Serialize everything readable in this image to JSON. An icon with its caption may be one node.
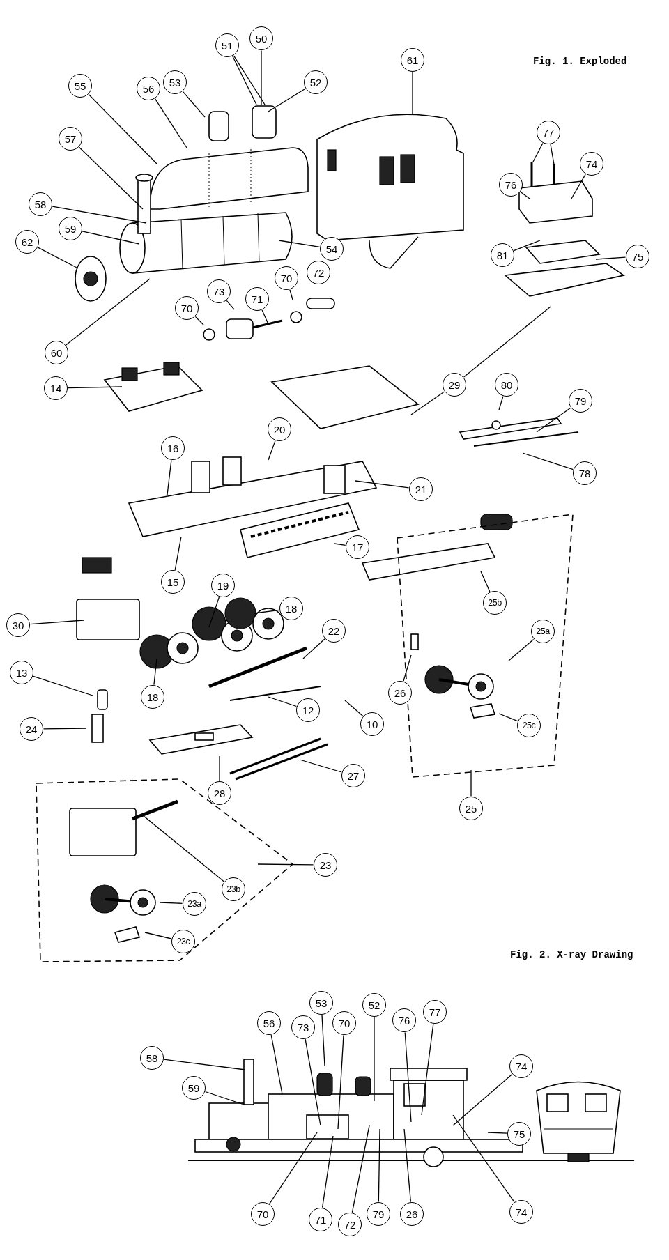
{
  "diagram": {
    "nodes": [
      {
        "text": [
          "50"
        ]
      },
      {
        "text": [
          "51"
        ]
      },
      {
        "text": [
          "61"
        ]
      },
      {
        "text": [
          "55"
        ]
      },
      {
        "text": [
          "56"
        ]
      },
      {
        "text": [
          "53"
        ]
      },
      {
        "text": [
          "52"
        ]
      },
      {
        "text": [
          "57"
        ]
      },
      {
        "text": [
          "77"
        ]
      },
      {
        "text": [
          "74"
        ]
      },
      {
        "text": [
          "76"
        ]
      },
      {
        "text": [
          "58"
        ]
      },
      {
        "text": [
          "59"
        ]
      },
      {
        "text": [
          "62"
        ]
      },
      {
        "text": [
          "54"
        ]
      },
      {
        "text": [
          "81"
        ]
      },
      {
        "text": [
          "75"
        ]
      },
      {
        "text": [
          "70"
        ]
      },
      {
        "text": [
          "72"
        ]
      },
      {
        "text": [
          "73"
        ]
      },
      {
        "text": [
          "71"
        ]
      },
      {
        "text": [
          "70"
        ]
      },
      {
        "text": [
          "60"
        ]
      },
      {
        "text": [
          "14"
        ]
      },
      {
        "text": [
          "29"
        ]
      },
      {
        "text": [
          "80"
        ]
      },
      {
        "text": [
          "79"
        ]
      },
      {
        "text": [
          "78"
        ]
      },
      {
        "text": [
          "20"
        ]
      },
      {
        "text": [
          "16"
        ]
      },
      {
        "text": [
          "21"
        ]
      },
      {
        "text": [
          "17"
        ]
      },
      {
        "text": [
          "15"
        ]
      },
      {
        "text": [
          "25b"
        ]
      },
      {
        "text": [
          "19"
        ]
      },
      {
        "text": [
          "18"
        ]
      },
      {
        "text": [
          "30"
        ]
      },
      {
        "text": [
          "22"
        ]
      },
      {
        "text": [
          "25a"
        ]
      },
      {
        "text": [
          "13"
        ]
      },
      {
        "text": [
          "18"
        ]
      },
      {
        "text": [
          "26"
        ]
      },
      {
        "text": [
          "12"
        ]
      },
      {
        "text": [
          "10"
        ]
      },
      {
        "text": [
          "25c"
        ]
      },
      {
        "text": [
          "24"
        ]
      },
      {
        "text": [
          "27"
        ]
      },
      {
        "text": [
          "28"
        ]
      },
      {
        "text": [
          "25"
        ]
      },
      {
        "text": [
          "23"
        ]
      },
      {
        "text": [
          "23b"
        ]
      },
      {
        "text": [
          "23a"
        ]
      },
      {
        "text": [
          "23c"
        ]
      },
      {
        "text": [
          "58"
        ]
      },
      {
        "text": [
          "59"
        ]
      },
      {
        "text": [
          "56"
        ]
      },
      {
        "text": [
          "73"
        ]
      },
      {
        "text": [
          "53"
        ]
      },
      {
        "text": [
          "70"
        ]
      },
      {
        "text": [
          "52"
        ]
      },
      {
        "text": [
          "76"
        ]
      },
      {
        "text": [
          "77"
        ]
      },
      {
        "text": [
          "74"
        ]
      },
      {
        "text": [
          "75"
        ]
      },
      {
        "text": [
          "70"
        ]
      },
      {
        "text": [
          "71"
        ]
      },
      {
        "text": [
          "72"
        ]
      },
      {
        "text": [
          "79"
        ]
      },
      {
        "text": [
          "26"
        ]
      },
      {
        "text": [
          "74"
        ]
      }
    ],
    "edges": [
      {
        "from": 0,
        "to": null,
        "arrow": "none"
      },
      {
        "from": 1,
        "to": null,
        "arrow": "none"
      },
      {
        "from": 1,
        "to": null,
        "arrow": "none"
      },
      {
        "from": 2,
        "to": null,
        "arrow": "none"
      },
      {
        "from": 3,
        "to": null,
        "arrow": "none"
      },
      {
        "from": 4,
        "to": null,
        "arrow": "none"
      },
      {
        "from": 5,
        "to": null,
        "arrow": "none"
      },
      {
        "from": 6,
        "to": null,
        "arrow": "none"
      },
      {
        "from": 7,
        "to": null,
        "arrow": "none"
      },
      {
        "from": 8,
        "to": null,
        "arrow": "none"
      },
      {
        "from": 8,
        "to": null,
        "arrow": "none"
      },
      {
        "from": 9,
        "to": null,
        "arrow": "none"
      },
      {
        "from": 10,
        "to": null,
        "arrow": "none"
      },
      {
        "from": 11,
        "to": null,
        "arrow": "none"
      },
      {
        "from": 12,
        "to": null,
        "arrow": "none"
      },
      {
        "from": 13,
        "to": null,
        "arrow": "none"
      },
      {
        "from": 14,
        "to": null,
        "arrow": "none"
      },
      {
        "from": 15,
        "to": null,
        "arrow": "none"
      },
      {
        "from": 16,
        "to": null,
        "arrow": "none"
      },
      {
        "from": 17,
        "to": null,
        "arrow": "none"
      },
      {
        "from": 19,
        "to": null,
        "arrow": "none"
      },
      {
        "from": 20,
        "to": null,
        "arrow": "none"
      },
      {
        "from": 21,
        "to": null,
        "arrow": "none"
      },
      {
        "from": 22,
        "to": null,
        "arrow": "none"
      },
      {
        "from": 23,
        "to": null,
        "arrow": "none"
      },
      {
        "from": 24,
        "to": null,
        "arrow": "none"
      },
      {
        "from": 24,
        "to": null,
        "arrow": "none"
      },
      {
        "from": 25,
        "to": null,
        "arrow": "none"
      },
      {
        "from": 26,
        "to": null,
        "arrow": "none"
      },
      {
        "from": 27,
        "to": null,
        "arrow": "none"
      },
      {
        "from": 28,
        "to": null,
        "arrow": "none"
      },
      {
        "from": 29,
        "to": null,
        "arrow": "none"
      },
      {
        "from": 30,
        "to": null,
        "arrow": "none"
      },
      {
        "from": 31,
        "to": null,
        "arrow": "none"
      },
      {
        "from": 32,
        "to": null,
        "arrow": "none"
      },
      {
        "from": 33,
        "to": null,
        "arrow": "none"
      },
      {
        "from": 34,
        "to": null,
        "arrow": "none"
      },
      {
        "from": 35,
        "to": null,
        "arrow": "none"
      },
      {
        "from": 36,
        "to": null,
        "arrow": "none"
      },
      {
        "from": 37,
        "to": null,
        "arrow": "none"
      },
      {
        "from": 38,
        "to": null,
        "arrow": "none"
      },
      {
        "from": 39,
        "to": null,
        "arrow": "none"
      },
      {
        "from": 40,
        "to": null,
        "arrow": "none"
      },
      {
        "from": 41,
        "to": null,
        "arrow": "none"
      },
      {
        "from": 42,
        "to": null,
        "arrow": "none"
      },
      {
        "from": 43,
        "to": null,
        "arrow": "none"
      },
      {
        "from": 44,
        "to": null,
        "arrow": "none"
      },
      {
        "from": 45,
        "to": null,
        "arrow": "none"
      },
      {
        "from": 46,
        "to": null,
        "arrow": "none"
      },
      {
        "from": 47,
        "to": null,
        "arrow": "none"
      },
      {
        "from": 48,
        "to": null,
        "arrow": "none"
      },
      {
        "from": 49,
        "to": null,
        "arrow": "none"
      },
      {
        "from": 50,
        "to": null,
        "arrow": "none"
      },
      {
        "from": 51,
        "to": null,
        "arrow": "none"
      },
      {
        "from": 52,
        "to": null,
        "arrow": "none"
      },
      {
        "from": 53,
        "to": null,
        "arrow": "none"
      },
      {
        "from": 54,
        "to": null,
        "arrow": "none"
      },
      {
        "from": 55,
        "to": null,
        "arrow": "none"
      },
      {
        "from": 56,
        "to": null,
        "arrow": "none"
      },
      {
        "from": 57,
        "to": null,
        "arrow": "none"
      },
      {
        "from": 58,
        "to": null,
        "arrow": "none"
      },
      {
        "from": 59,
        "to": null,
        "arrow": "none"
      },
      {
        "from": 60,
        "to": null,
        "arrow": "none"
      },
      {
        "from": 61,
        "to": null,
        "arrow": "none"
      },
      {
        "from": 62,
        "to": null,
        "arrow": "none"
      },
      {
        "from": 63,
        "to": null,
        "arrow": "none"
      },
      {
        "from": 64,
        "to": null,
        "arrow": "none"
      },
      {
        "from": 65,
        "to": null,
        "arrow": "none"
      },
      {
        "from": 66,
        "to": null,
        "arrow": "none"
      },
      {
        "from": 67,
        "to": null,
        "arrow": "none"
      },
      {
        "from": 68,
        "to": null,
        "arrow": "none"
      },
      {
        "from": 69,
        "to": null,
        "arrow": "none"
      }
    ],
    "labels": [
      "Fig. 1. Exploded",
      "Fig. 2. X-ray Drawing"
    ]
  }
}
